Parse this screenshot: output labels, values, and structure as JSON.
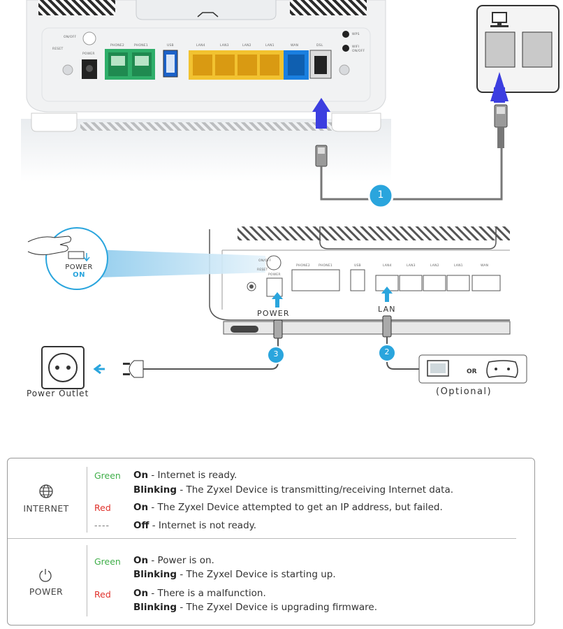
{
  "router_top": {
    "ports": {
      "on_off": "ON/OFF",
      "reset": "RESET",
      "power": "POWER",
      "phone2": "PHONE2",
      "phone1": "PHONE1",
      "usb": "USB",
      "lan4": "LAN4",
      "lan3": "LAN3",
      "lan2": "LAN2",
      "lan1": "LAN1",
      "wan": "WAN",
      "dsl": "DSL",
      "wps": "WPS",
      "wifi_line1": "WIFI",
      "wifi_line2": "ON/OFF"
    }
  },
  "steps": {
    "step1": "1",
    "step2": "2",
    "step3": "3"
  },
  "router_bottom": {
    "ports": {
      "on_off": "ON/OFF",
      "reset": "RESET",
      "power": "POWER",
      "phone2": "PHONE2",
      "phone1": "PHONE1",
      "usb": "USB",
      "lan4": "LAN4",
      "lan3": "LAN3",
      "lan2": "LAN2",
      "lan1": "LAN1",
      "wan": "WAN"
    },
    "power_label": "POWER",
    "lan_label": "LAN"
  },
  "switch_callout": {
    "line1": "POWER",
    "line2": "ON"
  },
  "outlet_label": "Power Outlet",
  "optional": {
    "or": "OR",
    "label": "(Optional)"
  },
  "colors": {
    "arrow_blue": "#3c3ee0",
    "step_cyan": "#2aa5dd",
    "phone_green": "#2fae6a",
    "lan_yellow": "#f2c230",
    "wan_blue": "#1a7fe0",
    "led_green": "#3fae49",
    "led_red": "#e0312b"
  },
  "led_table": {
    "internet": {
      "icon": "globe-icon",
      "name": "INTERNET",
      "rows": [
        {
          "color": "Green",
          "state": "On",
          "text": "- Internet is ready."
        },
        {
          "color": "",
          "state": "Blinking",
          "text": "- The Zyxel Device is transmitting/receiving Internet data."
        },
        {
          "color": "Red",
          "state": "On",
          "text": "- The Zyxel Device attempted to get an IP address, but failed."
        },
        {
          "color": "----",
          "state": "Off",
          "text": "- Internet is not ready."
        }
      ]
    },
    "power": {
      "icon": "power-icon",
      "name": "POWER",
      "rows": [
        {
          "color": "Green",
          "state": "On",
          "text": "- Power is on."
        },
        {
          "color": "",
          "state": "Blinking",
          "text": "- The Zyxel Device is starting up."
        },
        {
          "color": "Red",
          "state": "On",
          "text": "- There is a malfunction."
        },
        {
          "color": "",
          "state": "Blinking",
          "text": "- The Zyxel Device is upgrading firmware."
        }
      ]
    }
  }
}
